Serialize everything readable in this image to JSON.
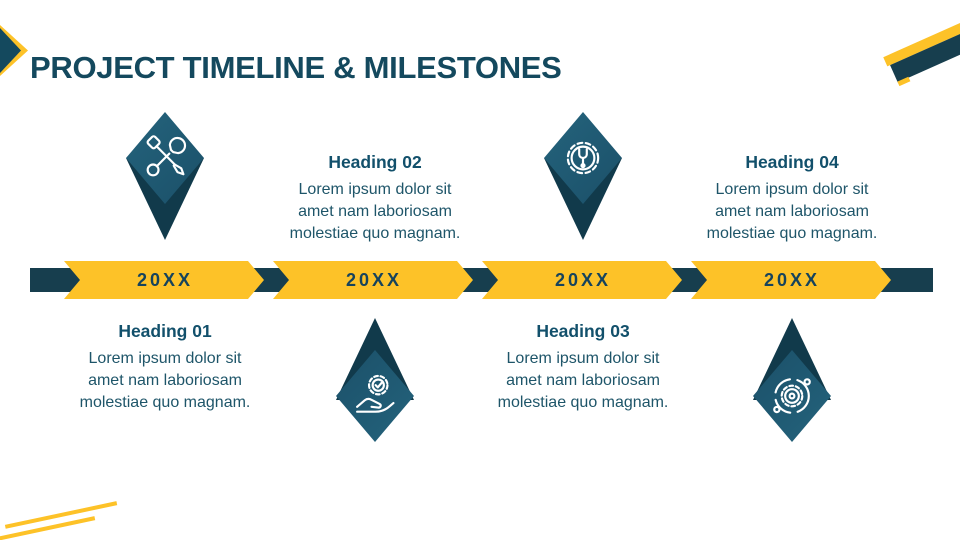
{
  "title": "PROJECT TIMELINE & MILESTONES",
  "colors": {
    "accent_yellow": "#FDC228",
    "teal_dark": "#173E4E",
    "teal_diamond": "#205C75",
    "teal_tail": "#113A4B",
    "title_text": "#14495E",
    "body_text": "#1E5569"
  },
  "timeline": {
    "year_labels": [
      "20XX",
      "20XX",
      "20XX",
      "20XX"
    ]
  },
  "milestones": [
    {
      "heading": "Heading 01",
      "icon": "tools-icon",
      "marker_position": "above-timeline",
      "text_position": "below-timeline",
      "body_lines": [
        "Lorem ipsum dolor sit",
        "amet nam laboriosam",
        "molestiae quo magnam."
      ]
    },
    {
      "heading": "Heading 02",
      "icon": "hand-gear-icon",
      "marker_position": "below-timeline",
      "text_position": "above-timeline",
      "body_lines": [
        "Lorem ipsum dolor sit",
        "amet nam laboriosam",
        "molestiae quo magnam."
      ]
    },
    {
      "heading": "Heading 03",
      "icon": "gear-wrench-icon",
      "marker_position": "above-timeline",
      "text_position": "below-timeline",
      "body_lines": [
        "Lorem ipsum dolor sit",
        "amet nam laboriosam",
        "molestiae quo magnam."
      ]
    },
    {
      "heading": "Heading 04",
      "icon": "gear-orbit-icon",
      "marker_position": "below-timeline",
      "text_position": "above-timeline",
      "body_lines": [
        "Lorem ipsum dolor sit",
        "amet nam laboriosam",
        "molestiae quo magnam."
      ]
    }
  ]
}
